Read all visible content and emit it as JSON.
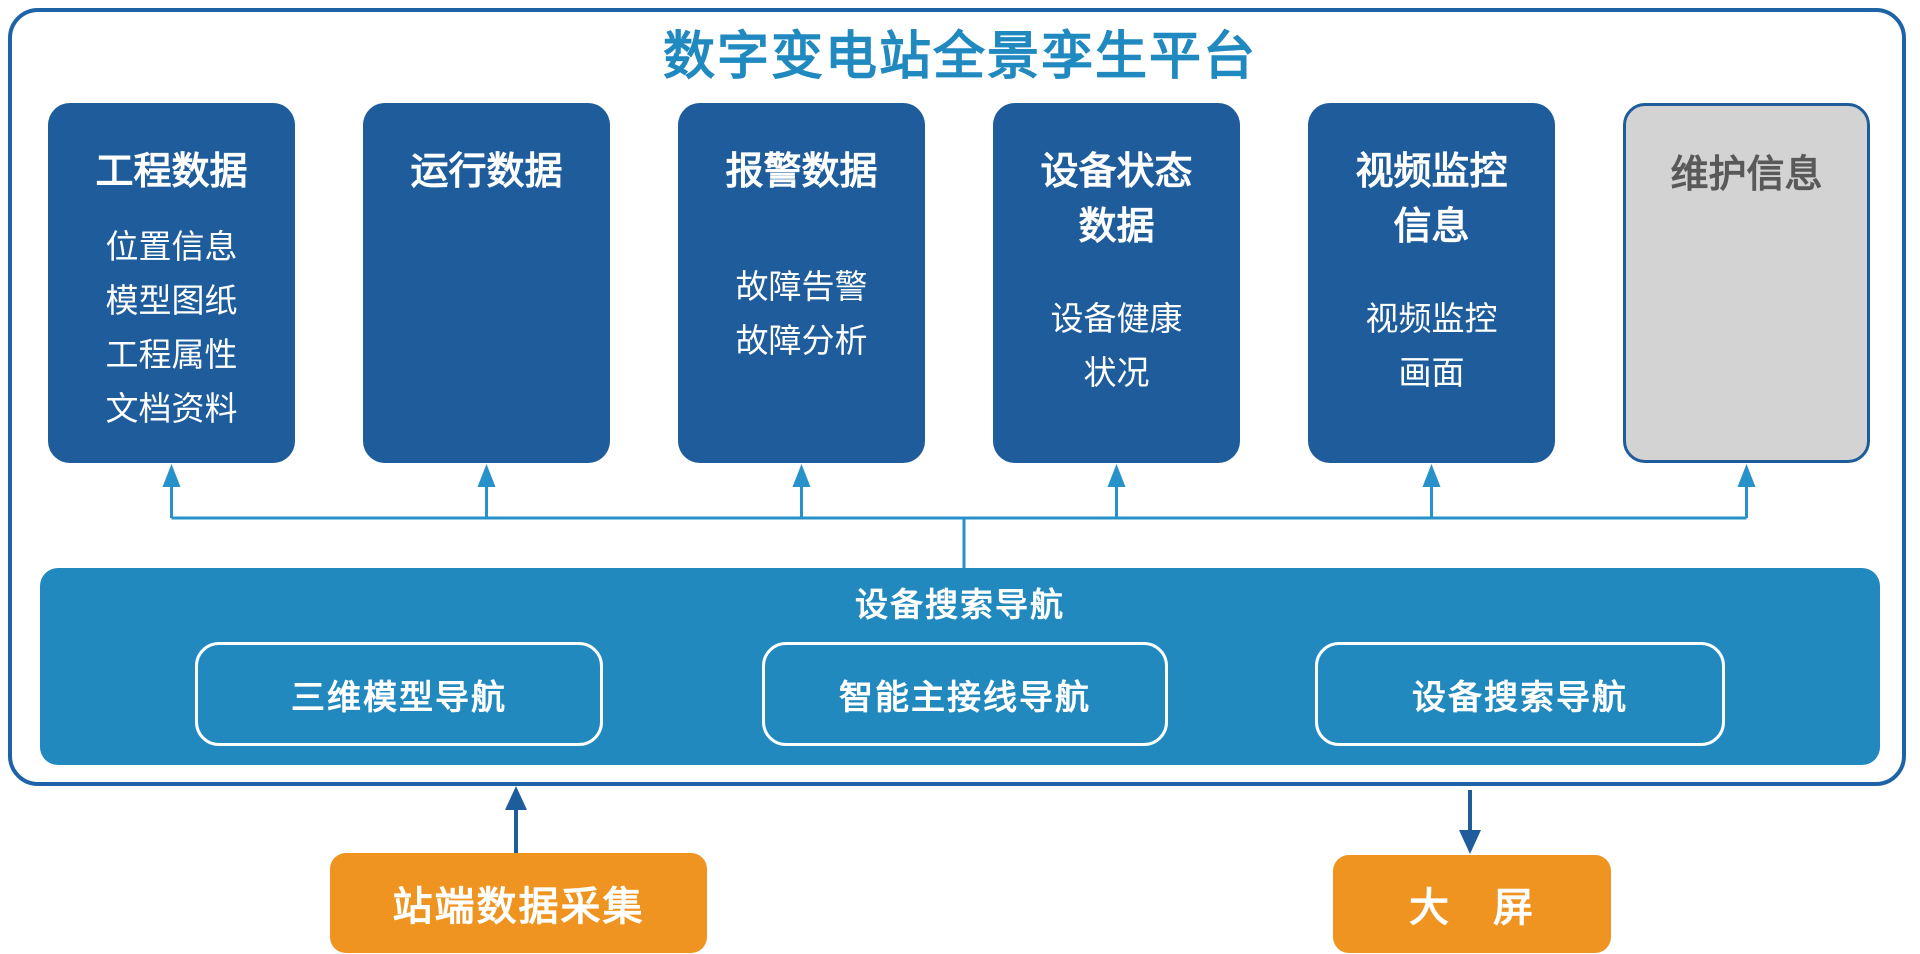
{
  "title": "数字变电站全景孪生平台",
  "colors": {
    "title_blue": "#2089C0",
    "outer_border": "#1E63A8",
    "card_blue": "#1E5C9B",
    "bar_blue": "#2289BF",
    "connector_blue": "#2791C9",
    "arrow_dark_blue": "#1E5C9B",
    "orange": "#EF9421",
    "gray_card_bg": "#D3D3D3",
    "gray_card_text": "#595959"
  },
  "cards": [
    {
      "title": "工程数据",
      "items": "位置信息\n模型图纸\n工程属性\n文档资料"
    },
    {
      "title": "运行数据",
      "items": ""
    },
    {
      "title": "报警数据",
      "items": "故障告警\n故障分析"
    },
    {
      "title": "设备状态\n数据",
      "items": "设备健康\n状况"
    },
    {
      "title": "视频监控\n信息",
      "items": "视频监控\n画面"
    },
    {
      "title": "维护信息",
      "items": ""
    }
  ],
  "nav_bar": {
    "title": "设备搜索导航",
    "buttons": [
      {
        "label": "三维模型导航"
      },
      {
        "label": "智能主接线导航"
      },
      {
        "label": "设备搜索导航"
      }
    ]
  },
  "bottom": {
    "source_box": "站端数据采集",
    "target_box": "大　屏"
  }
}
